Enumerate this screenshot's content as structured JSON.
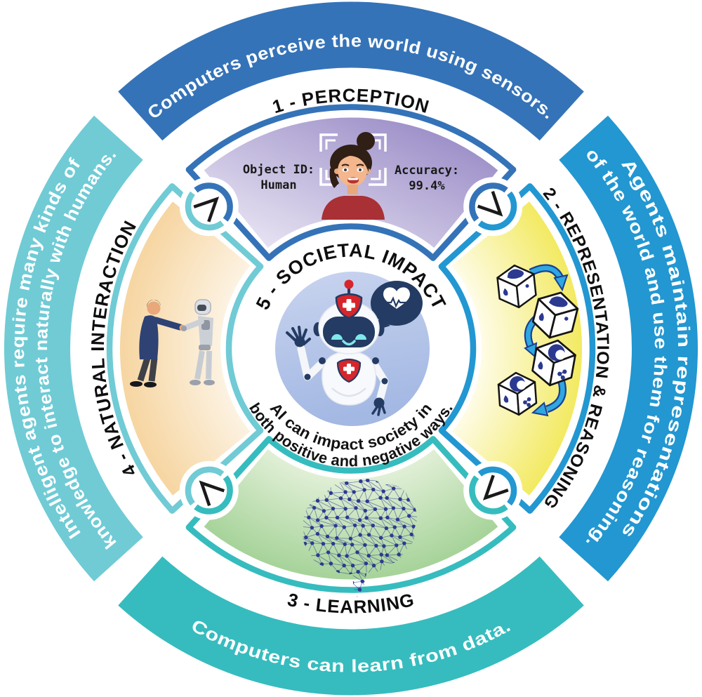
{
  "outer_ring": {
    "top": {
      "text": "Computers perceive the world using sensors.",
      "color": "#3573B8"
    },
    "right": {
      "line1": "Agents maintain representations",
      "line2": "of the world and use them for reasoning.",
      "color": "#2297D1"
    },
    "bottom": {
      "text": "Computers can learn from data.",
      "color": "#36BCBE"
    },
    "left": {
      "line1": "Intelligent agents require many kinds of",
      "line2": "knowledge to interact naturally with humans.",
      "color": "#70CBD5"
    }
  },
  "quadrants": {
    "perception": {
      "label": "1 - PERCEPTION",
      "color": "#3573B8",
      "bg": "#8E7FC0"
    },
    "representation": {
      "label": "2 - REPRESENTATION & REASONING",
      "color": "#2297D1",
      "bg": "#F2E95C"
    },
    "learning": {
      "label": "3 - LEARNING",
      "color": "#36BCBE",
      "bg": "#A4D297"
    },
    "interaction": {
      "label": "4 - NATURAL INTERACTION",
      "color": "#70CBD5",
      "bg": "#F6D49E"
    }
  },
  "center": {
    "title": "5 - SOCIETAL IMPACT",
    "line1": "AI can impact society in",
    "line2": "both positive and negative ways."
  },
  "perception_demo": {
    "object_label": "Object ID:",
    "object_value": "Human",
    "accuracy_label": "Accuracy:",
    "accuracy_value": "99.4%"
  },
  "palette": {
    "navy": "#243B63",
    "red": "#D6252B",
    "eye_cyan": "#7FE8EA",
    "dice_navy": "#2B3990",
    "center_blue": "#A3B8E3",
    "arrow_black": "#1A1A1A"
  }
}
